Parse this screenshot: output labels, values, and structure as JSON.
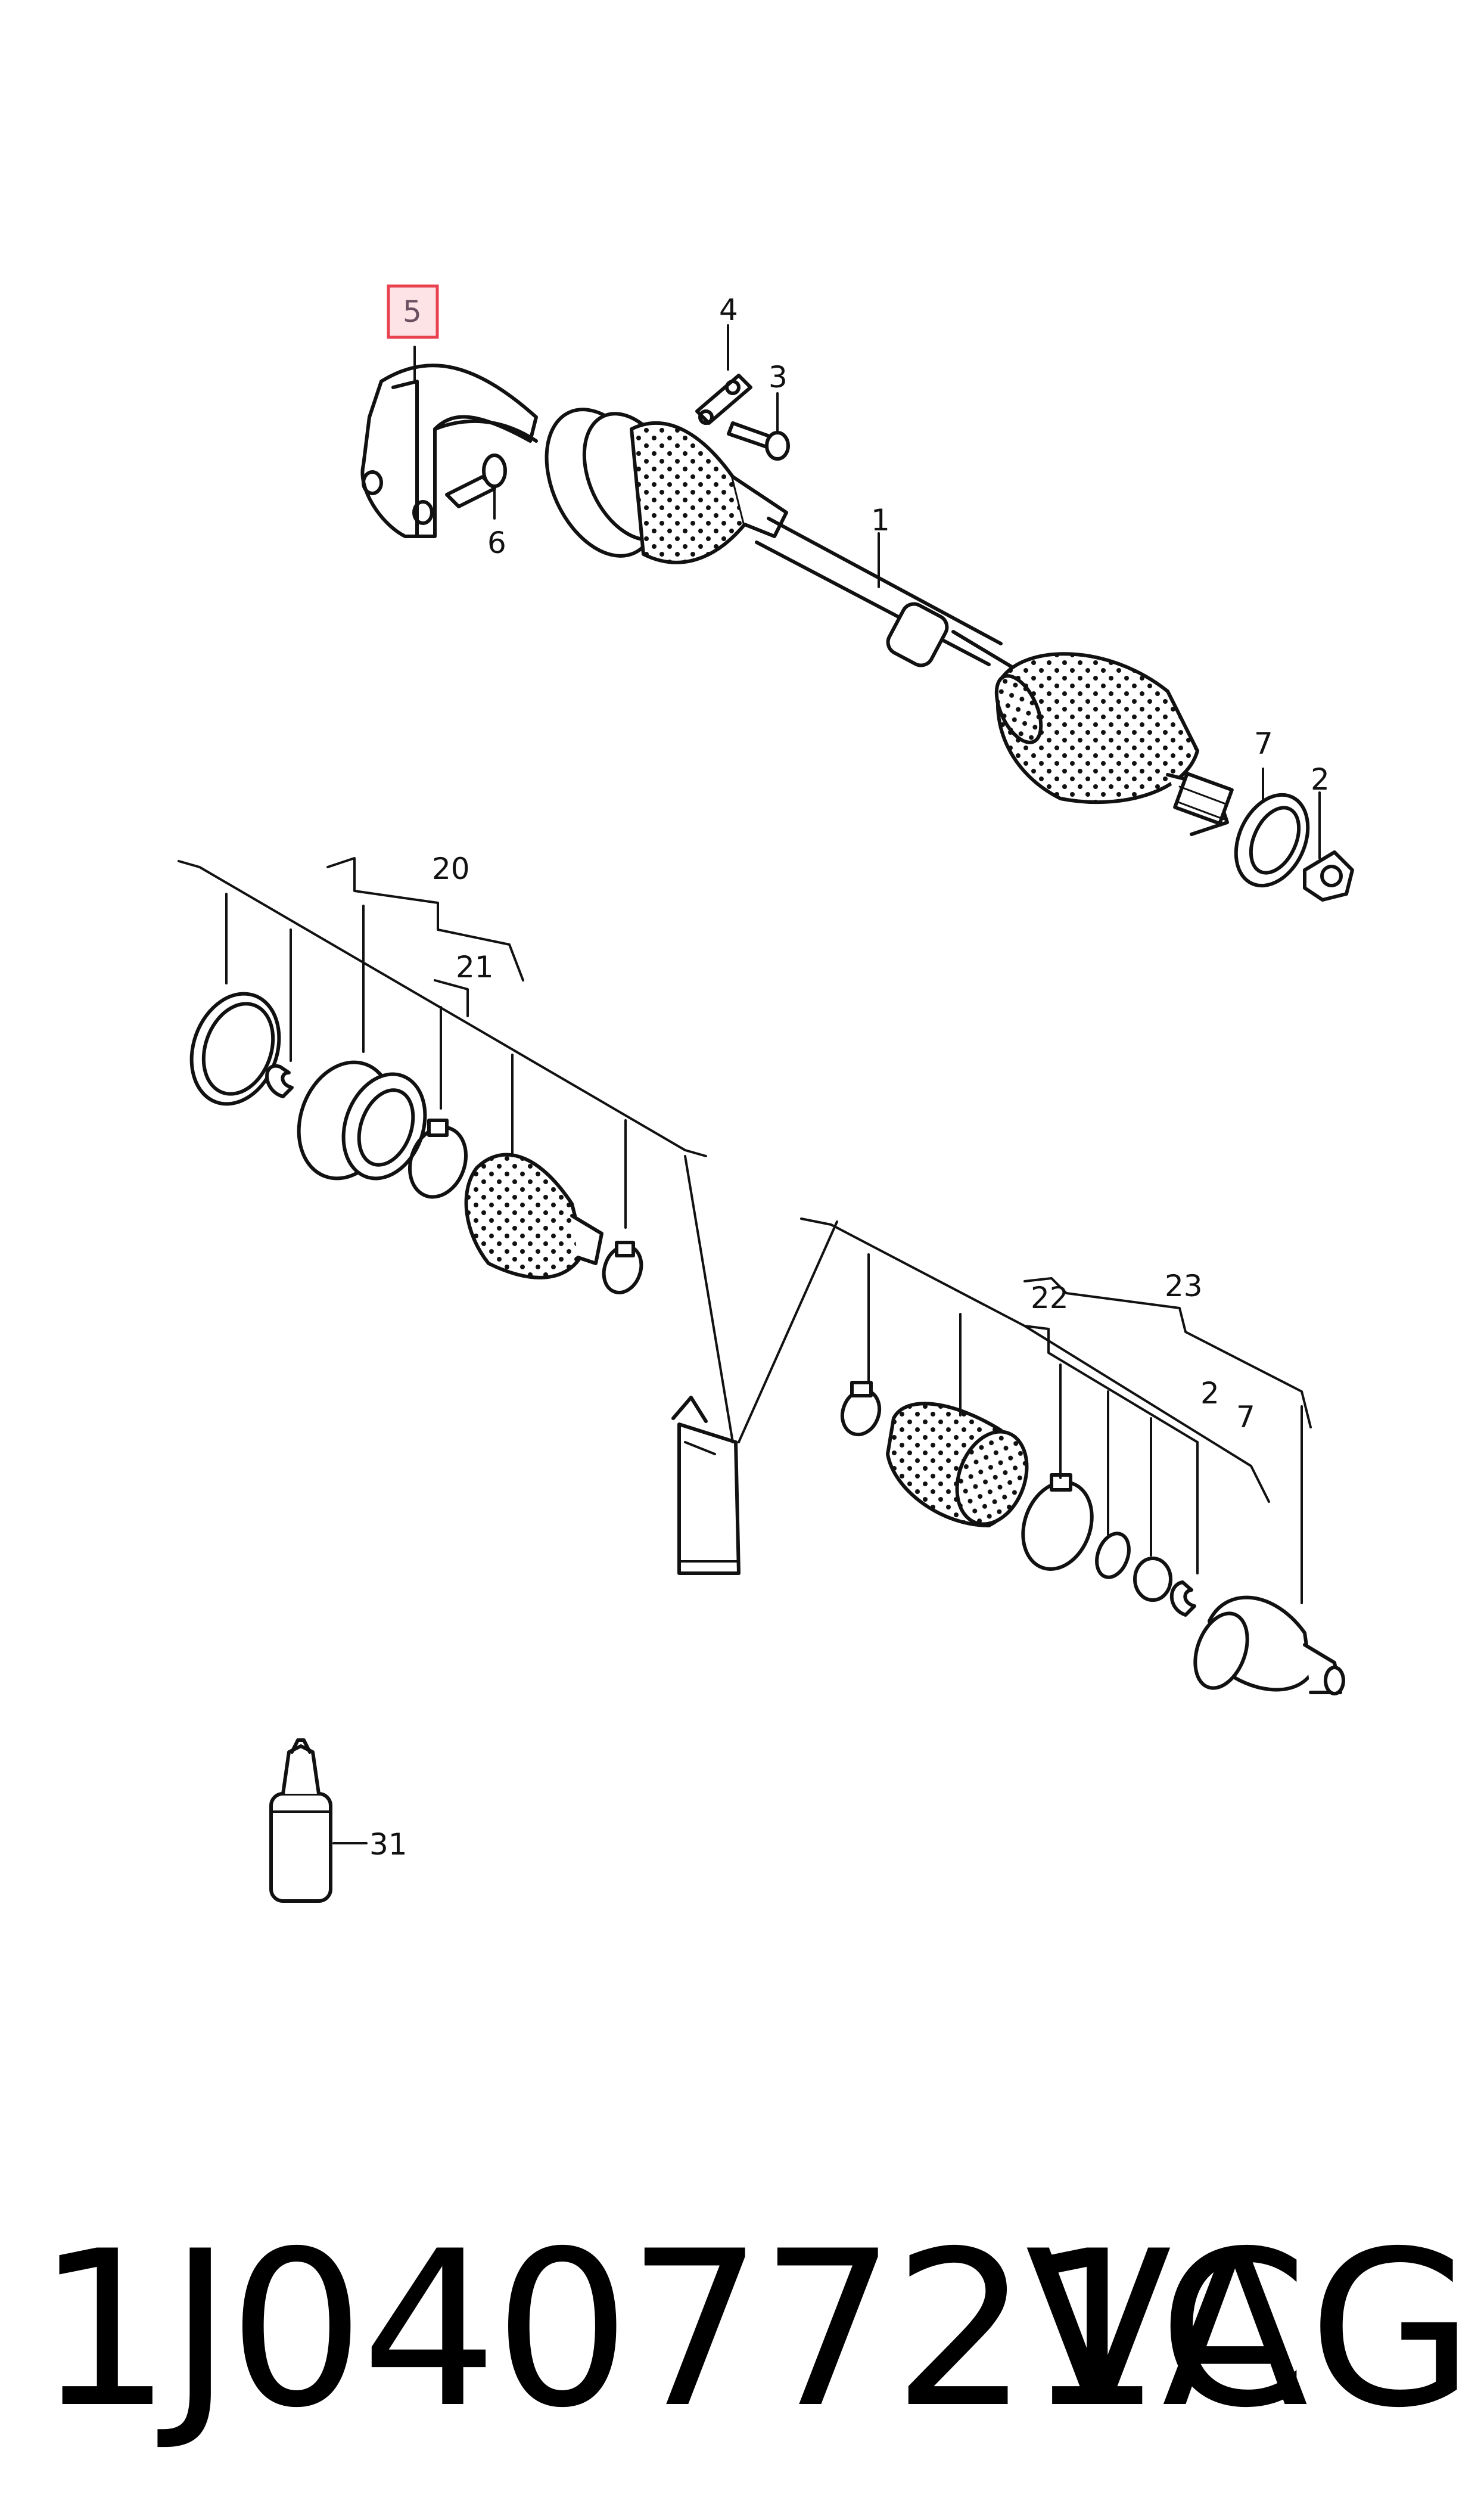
{
  "diagram": {
    "callouts": {
      "c1": "1",
      "c2": "2",
      "c3": "3",
      "c4": "4",
      "c5": "5",
      "c6": "6",
      "c7": "7",
      "c20": "20",
      "c21": "21",
      "c22": "22",
      "c23": "23",
      "c2b": "2",
      "c7b": "7",
      "c31": "31"
    },
    "highlight_color": "#e8424f"
  },
  "footer": {
    "part_number": "1J0407721C",
    "brand": "VAG"
  }
}
